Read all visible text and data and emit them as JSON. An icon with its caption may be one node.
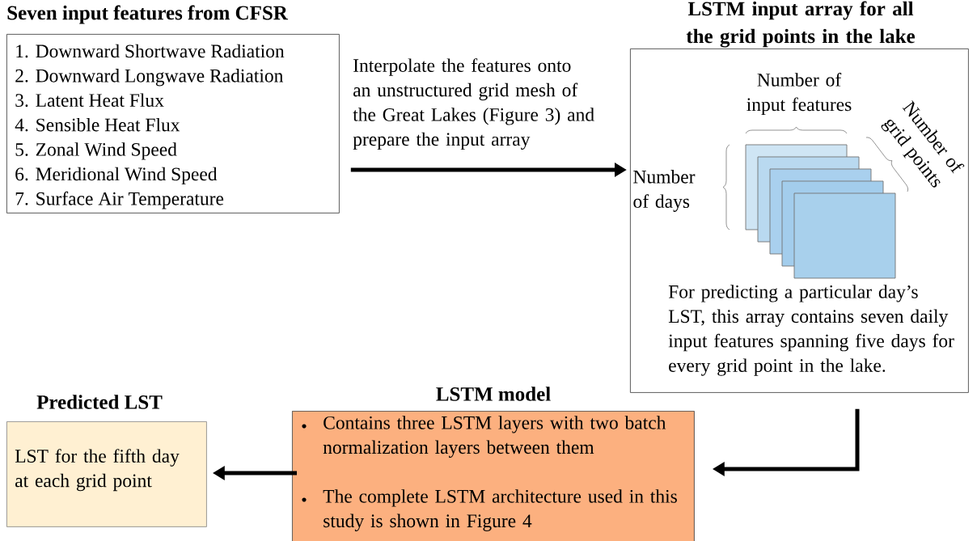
{
  "diagram": {
    "nodes": [
      {
        "text": [
          "Seven input features from CFSR",
          "1. Downward Shortwave Radiation",
          "2. Downward Longwave Radiation",
          "3. Latent Heat Flux",
          "4. Sensible Heat Flux",
          "5. Zonal Wind Speed",
          "6. Meridional Wind Speed",
          "7. Surface Air Temperature"
        ]
      },
      {
        "text": [
          "LSTM input array for all the grid points in the lake",
          "For predicting a particular day’s LST, this array contains seven daily input features spanning five days for every grid point in the lake."
        ]
      },
      {
        "text": [
          "LSTM model",
          "Contains three LSTM layers with two batch normalization layers between them",
          "The complete LSTM architecture used in this study is shown in Figure 4"
        ]
      },
      {
        "text": [
          "Predicted LST",
          "LST for the fifth day at each grid point"
        ]
      }
    ],
    "edges": [
      {
        "from": 0,
        "to": 1,
        "arrow": "to",
        "label": "Interpolate the features onto an unstructured grid mesh of the Great Lakes (Figure 3) and prepare the input array"
      },
      {
        "from": 1,
        "to": 2,
        "arrow": "to"
      },
      {
        "from": 2,
        "to": 3,
        "arrow": "to"
      }
    ],
    "labels": [
      "Number of input features",
      "Number of grid points",
      "Number of days"
    ]
  }
}
